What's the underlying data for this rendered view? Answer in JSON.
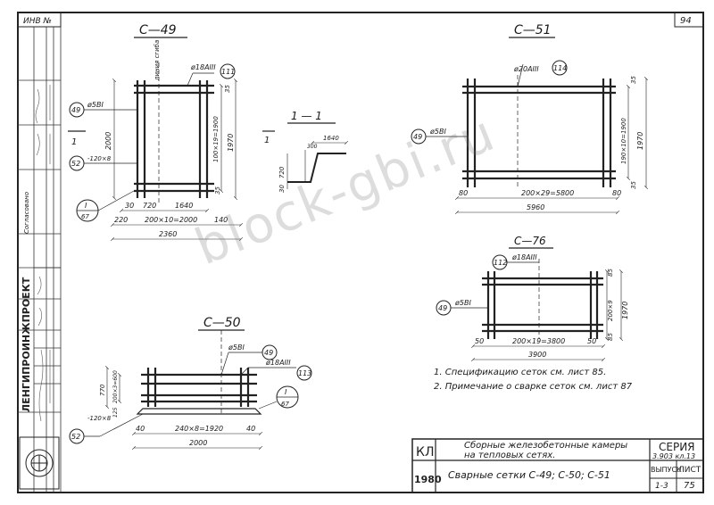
{
  "sheet": {
    "corner_stamp": "ИНВ №",
    "page_number": "94"
  },
  "left_strip": {
    "agreed": "Согласовано",
    "org": "ЛЕНГИПРОИНЖПРОЕКТ"
  },
  "c49": {
    "title": "С—49",
    "axis_label": "линия сгиба",
    "rebar_top": "ø18АIII",
    "bubble_top": "111",
    "bubble_left": "49",
    "rebar_left": "ø5ВI",
    "bubble_bottom": "52",
    "rebar_bottom": "-120×8",
    "section_mark": "1",
    "dim_height": "2000",
    "dim_right_total": "1970",
    "dim_right_pitch": "100×19=1900",
    "dim_35_top": "35",
    "dim_35_bot": "35",
    "dim_30": "30",
    "dim_720": "720",
    "dim_1640": "1640",
    "dim_220": "220",
    "dim_pitch_bottom": "200×10=2000",
    "dim_140": "140",
    "dim_total": "2360",
    "ref_num": "I",
    "ref_sheet": "67"
  },
  "section11": {
    "title": "1 — 1",
    "mark_left": "1",
    "dim_1640": "1640",
    "dim_300": "300",
    "dim_720": "720",
    "dim_30": "30"
  },
  "c51": {
    "title": "С—51",
    "rebar_top": "ø20АIII",
    "bubble_top": "114",
    "bubble_left": "49",
    "rebar_left": "ø5ВI",
    "dim_35_top": "35",
    "dim_35_bot": "35",
    "dim_pitch_v": "190×10=1900",
    "dim_total_v": "1970",
    "dim_80_left": "80",
    "dim_80_right": "80",
    "dim_pitch_h": "200×29=5800",
    "dim_total_h": "5960"
  },
  "c76": {
    "title": "С—76",
    "rebar_top": "ø18АIII",
    "bubble_top": "112",
    "bubble_left": "49",
    "rebar_left": "ø5ВI",
    "dim_85_top": "85",
    "dim_85_bot": "85",
    "dim_pitch_v": "200×9",
    "dim_total_v": "1970",
    "dim_50_left": "50",
    "dim_50_right": "50",
    "dim_pitch_h": "200×19=3800",
    "dim_total_h": "3900"
  },
  "c50": {
    "title": "С—50",
    "rebar_a": "ø5ВI",
    "bubble_a": "49",
    "rebar_b": "ø18АIII",
    "bubble_b": "113",
    "ref_num": "I",
    "ref_sheet": "67",
    "dim_left_total": "770",
    "dim_left_pitch": "200×3=600",
    "dim_125": "125",
    "bubble_bottom": "52",
    "rebar_bottom": "-120×8",
    "dim_40_left": "40",
    "dim_40_right": "40",
    "dim_pitch_h": "240×8=1920",
    "dim_total_h": "2000"
  },
  "notes": {
    "n1": "1. Спецификацию сеток  см. лист  85.",
    "n2": "2. Примечание  о сварке сеток см. лист 87"
  },
  "title_block": {
    "code": "КЛ",
    "year": "1980",
    "title_line1": "Сборные  железобетонные  камеры",
    "title_line2": "на  тепловых  сетях.",
    "sheet_title": "Сварные  сетки     С-49; С-50; С-51",
    "series_label": "СЕРИЯ",
    "series_value": "3.903 кл.13",
    "issue_label": "ВЫПУСК",
    "issue_value": "1-3",
    "sheet_label": "ЛИСТ",
    "sheet_value": "75"
  },
  "watermark": "block-gbi.ru"
}
